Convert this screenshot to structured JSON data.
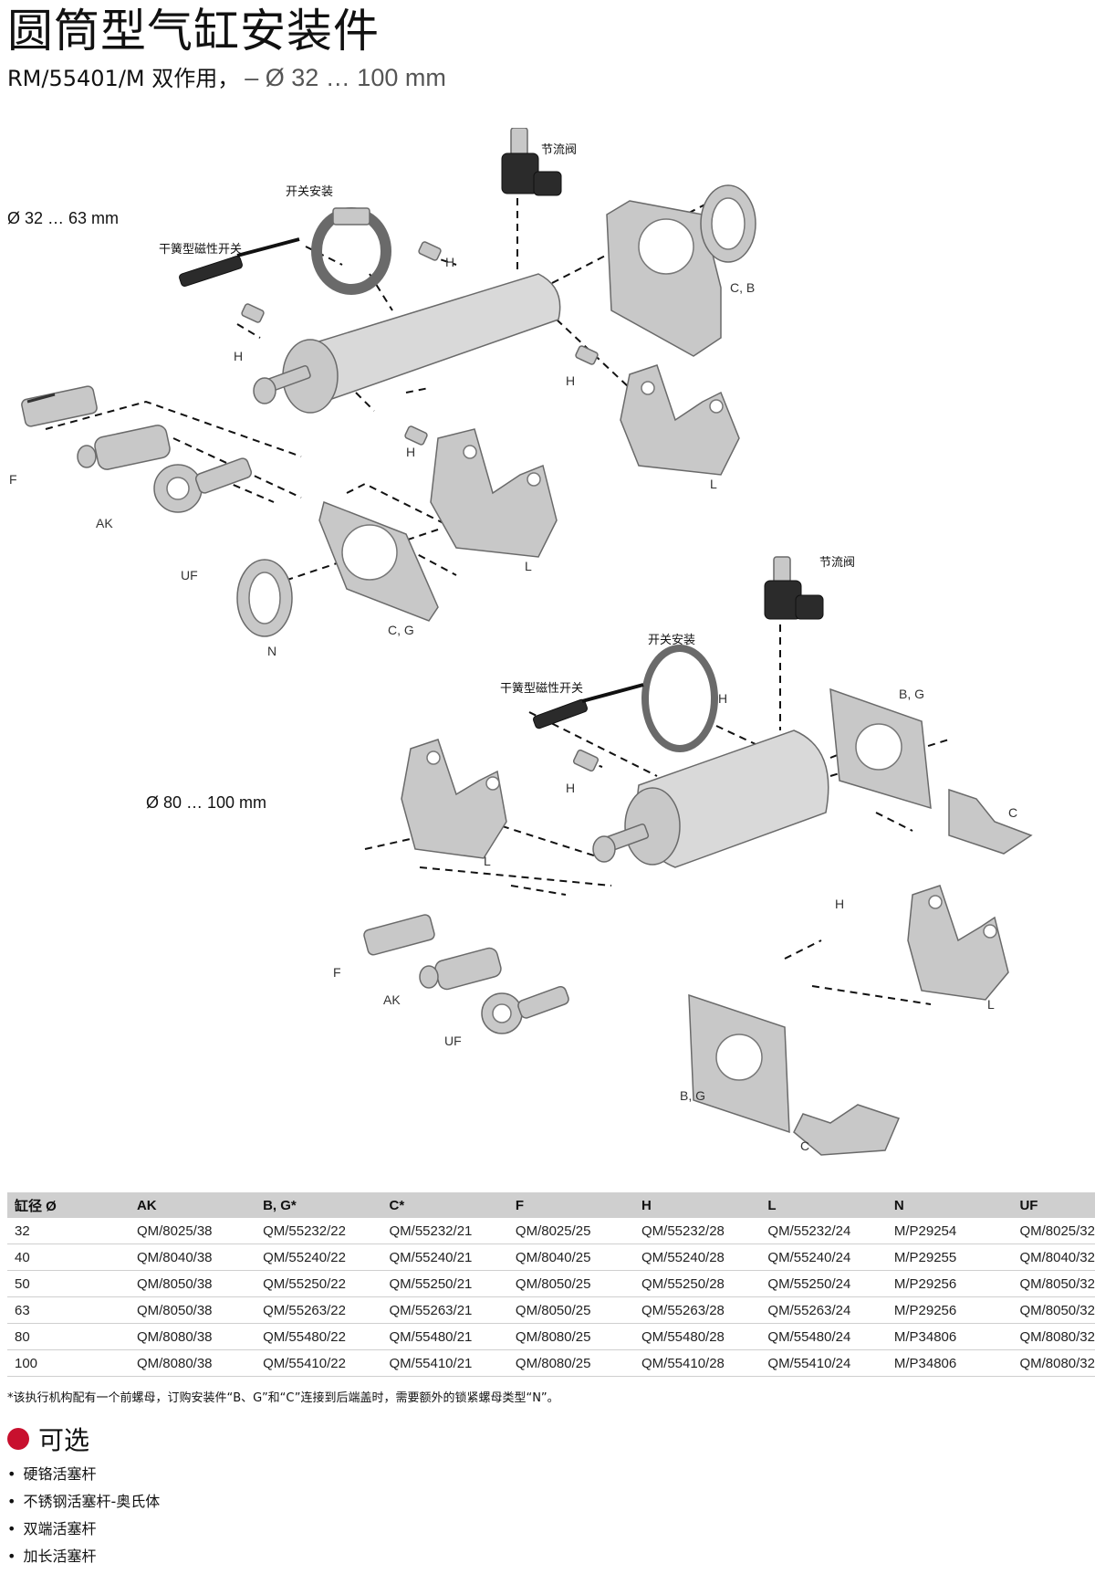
{
  "header": {
    "title": "圆筒型气缸安装件",
    "subtitle": "RM/55401/M 双作用，",
    "range": "– Ø 32 … 100 mm"
  },
  "diagram": {
    "upper_group_label": "Ø 32 … 63 mm",
    "lower_group_label": "Ø 80 … 100 mm",
    "labels": {
      "throttle_valve": "节流阀",
      "switch_mount": "开关安装",
      "reed_switch": "干簧型磁性开关",
      "H": "H",
      "CB": "C, B",
      "CG": "C, G",
      "BG": "B, G",
      "C": "C",
      "L": "L",
      "F": "F",
      "AK": "AK",
      "UF": "UF",
      "N": "N"
    }
  },
  "table": {
    "headers": [
      "缸径 Ø",
      "AK",
      "B, G*",
      "C*",
      "F",
      "H",
      "L",
      "N",
      "UF"
    ],
    "rows": [
      [
        "32",
        "QM/8025/38",
        "QM/55232/22",
        "QM/55232/21",
        "QM/8025/25",
        "QM/55232/28",
        "QM/55232/24",
        "M/P29254",
        "QM/8025/32"
      ],
      [
        "40",
        "QM/8040/38",
        "QM/55240/22",
        "QM/55240/21",
        "QM/8040/25",
        "QM/55240/28",
        "QM/55240/24",
        "M/P29255",
        "QM/8040/32"
      ],
      [
        "50",
        "QM/8050/38",
        "QM/55250/22",
        "QM/55250/21",
        "QM/8050/25",
        "QM/55250/28",
        "QM/55250/24",
        "M/P29256",
        "QM/8050/32"
      ],
      [
        "63",
        "QM/8050/38",
        "QM/55263/22",
        "QM/55263/21",
        "QM/8050/25",
        "QM/55263/28",
        "QM/55263/24",
        "M/P29256",
        "QM/8050/32"
      ],
      [
        "80",
        "QM/8080/38",
        "QM/55480/22",
        "QM/55480/21",
        "QM/8080/25",
        "QM/55480/28",
        "QM/55480/24",
        "M/P34806",
        "QM/8080/32"
      ],
      [
        "100",
        "QM/8080/38",
        "QM/55410/22",
        "QM/55410/21",
        "QM/8080/25",
        "QM/55410/28",
        "QM/55410/24",
        "M/P34806",
        "QM/8080/32"
      ]
    ]
  },
  "footnote": "*该执行机构配有一个前螺母，订购安装件“B、G”和“C”连接到后端盖时，需要额外的锁紧螺母类型“N”。",
  "options": {
    "title": "可选",
    "items": [
      "硬铬活塞杆",
      "不锈钢活塞杆-奥氏体",
      "双端活塞杆",
      "加长活塞杆"
    ]
  },
  "colors": {
    "accent": "#c8102e",
    "table_header_bg": "#cfcfcf"
  }
}
